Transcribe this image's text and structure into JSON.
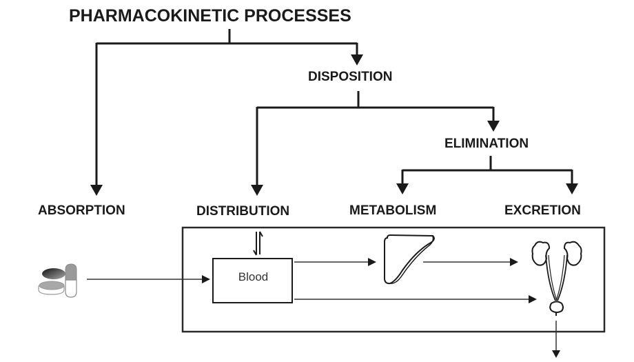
{
  "diagram": {
    "title": "PHARMACOKINETIC PROCESSES",
    "nodes": {
      "disposition": "DISPOSITION",
      "elimination": "ELIMINATION",
      "absorption": "ABSORPTION",
      "distribution": "DISTRIBUTION",
      "metabolism": "METABOLISM",
      "excretion": "EXCRETION",
      "blood": "Blood"
    },
    "hierarchy": [
      {
        "from": "PHARMACOKINETIC PROCESSES",
        "to": [
          "ABSORPTION",
          "DISPOSITION"
        ]
      },
      {
        "from": "DISPOSITION",
        "to": [
          "DISTRIBUTION",
          "ELIMINATION"
        ]
      },
      {
        "from": "ELIMINATION",
        "to": [
          "METABOLISM",
          "EXCRETION"
        ]
      }
    ],
    "flows": [
      {
        "from": "pills",
        "to": "Blood"
      },
      {
        "from": "Blood",
        "to": "liver"
      },
      {
        "from": "liver",
        "to": "kidneys"
      },
      {
        "from": "Blood",
        "to": "kidneys"
      },
      {
        "from": "bladder",
        "to": "out"
      },
      {
        "from": "Blood",
        "to": "tissues",
        "bidirectional": true
      }
    ],
    "icons": [
      "pills-icon",
      "liver-icon",
      "kidneys-bladder-icon",
      "equilibrium-arrows-icon"
    ],
    "colors": {
      "line": "#1a1a1a",
      "thin_line": "#333333",
      "pill_dark": "#2a2a2a",
      "pill_gray": "#9a9a9a",
      "background": "#ffffff"
    }
  }
}
